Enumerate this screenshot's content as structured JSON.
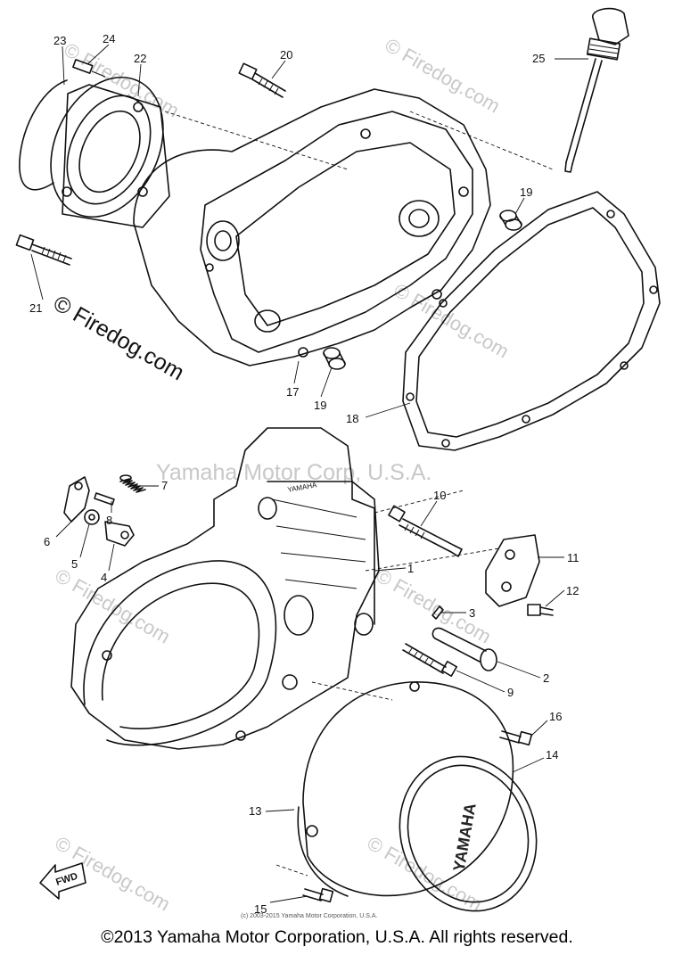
{
  "watermarks": {
    "brand": "© Firedog.com",
    "center": "Yamaha Motor Corp, U.S.A.",
    "small_copyright": "(c) 2003-2015 Yamaha Motor Corporation, U.S.A."
  },
  "labels": {
    "fwd": "FWD",
    "yamaha_logo": "YAMAHA",
    "cover_stamp": "YAMAHA"
  },
  "callouts": {
    "p1": "1",
    "p2": "2",
    "p3": "3",
    "p4": "4",
    "p5": "5",
    "p6": "6",
    "p7": "7",
    "p8": "8",
    "p9": "9",
    "p10": "10",
    "p11": "11",
    "p12": "12",
    "p13": "13",
    "p14": "14",
    "p15": "15",
    "p16": "16",
    "p17": "17",
    "p18": "18",
    "p19a": "19",
    "p19b": "19",
    "p20": "20",
    "p21": "21",
    "p22": "22",
    "p23": "23",
    "p24": "24",
    "p25": "25"
  },
  "footer": {
    "copyright": "©2013 Yamaha Motor Corporation, U.S.A. All rights reserved."
  }
}
